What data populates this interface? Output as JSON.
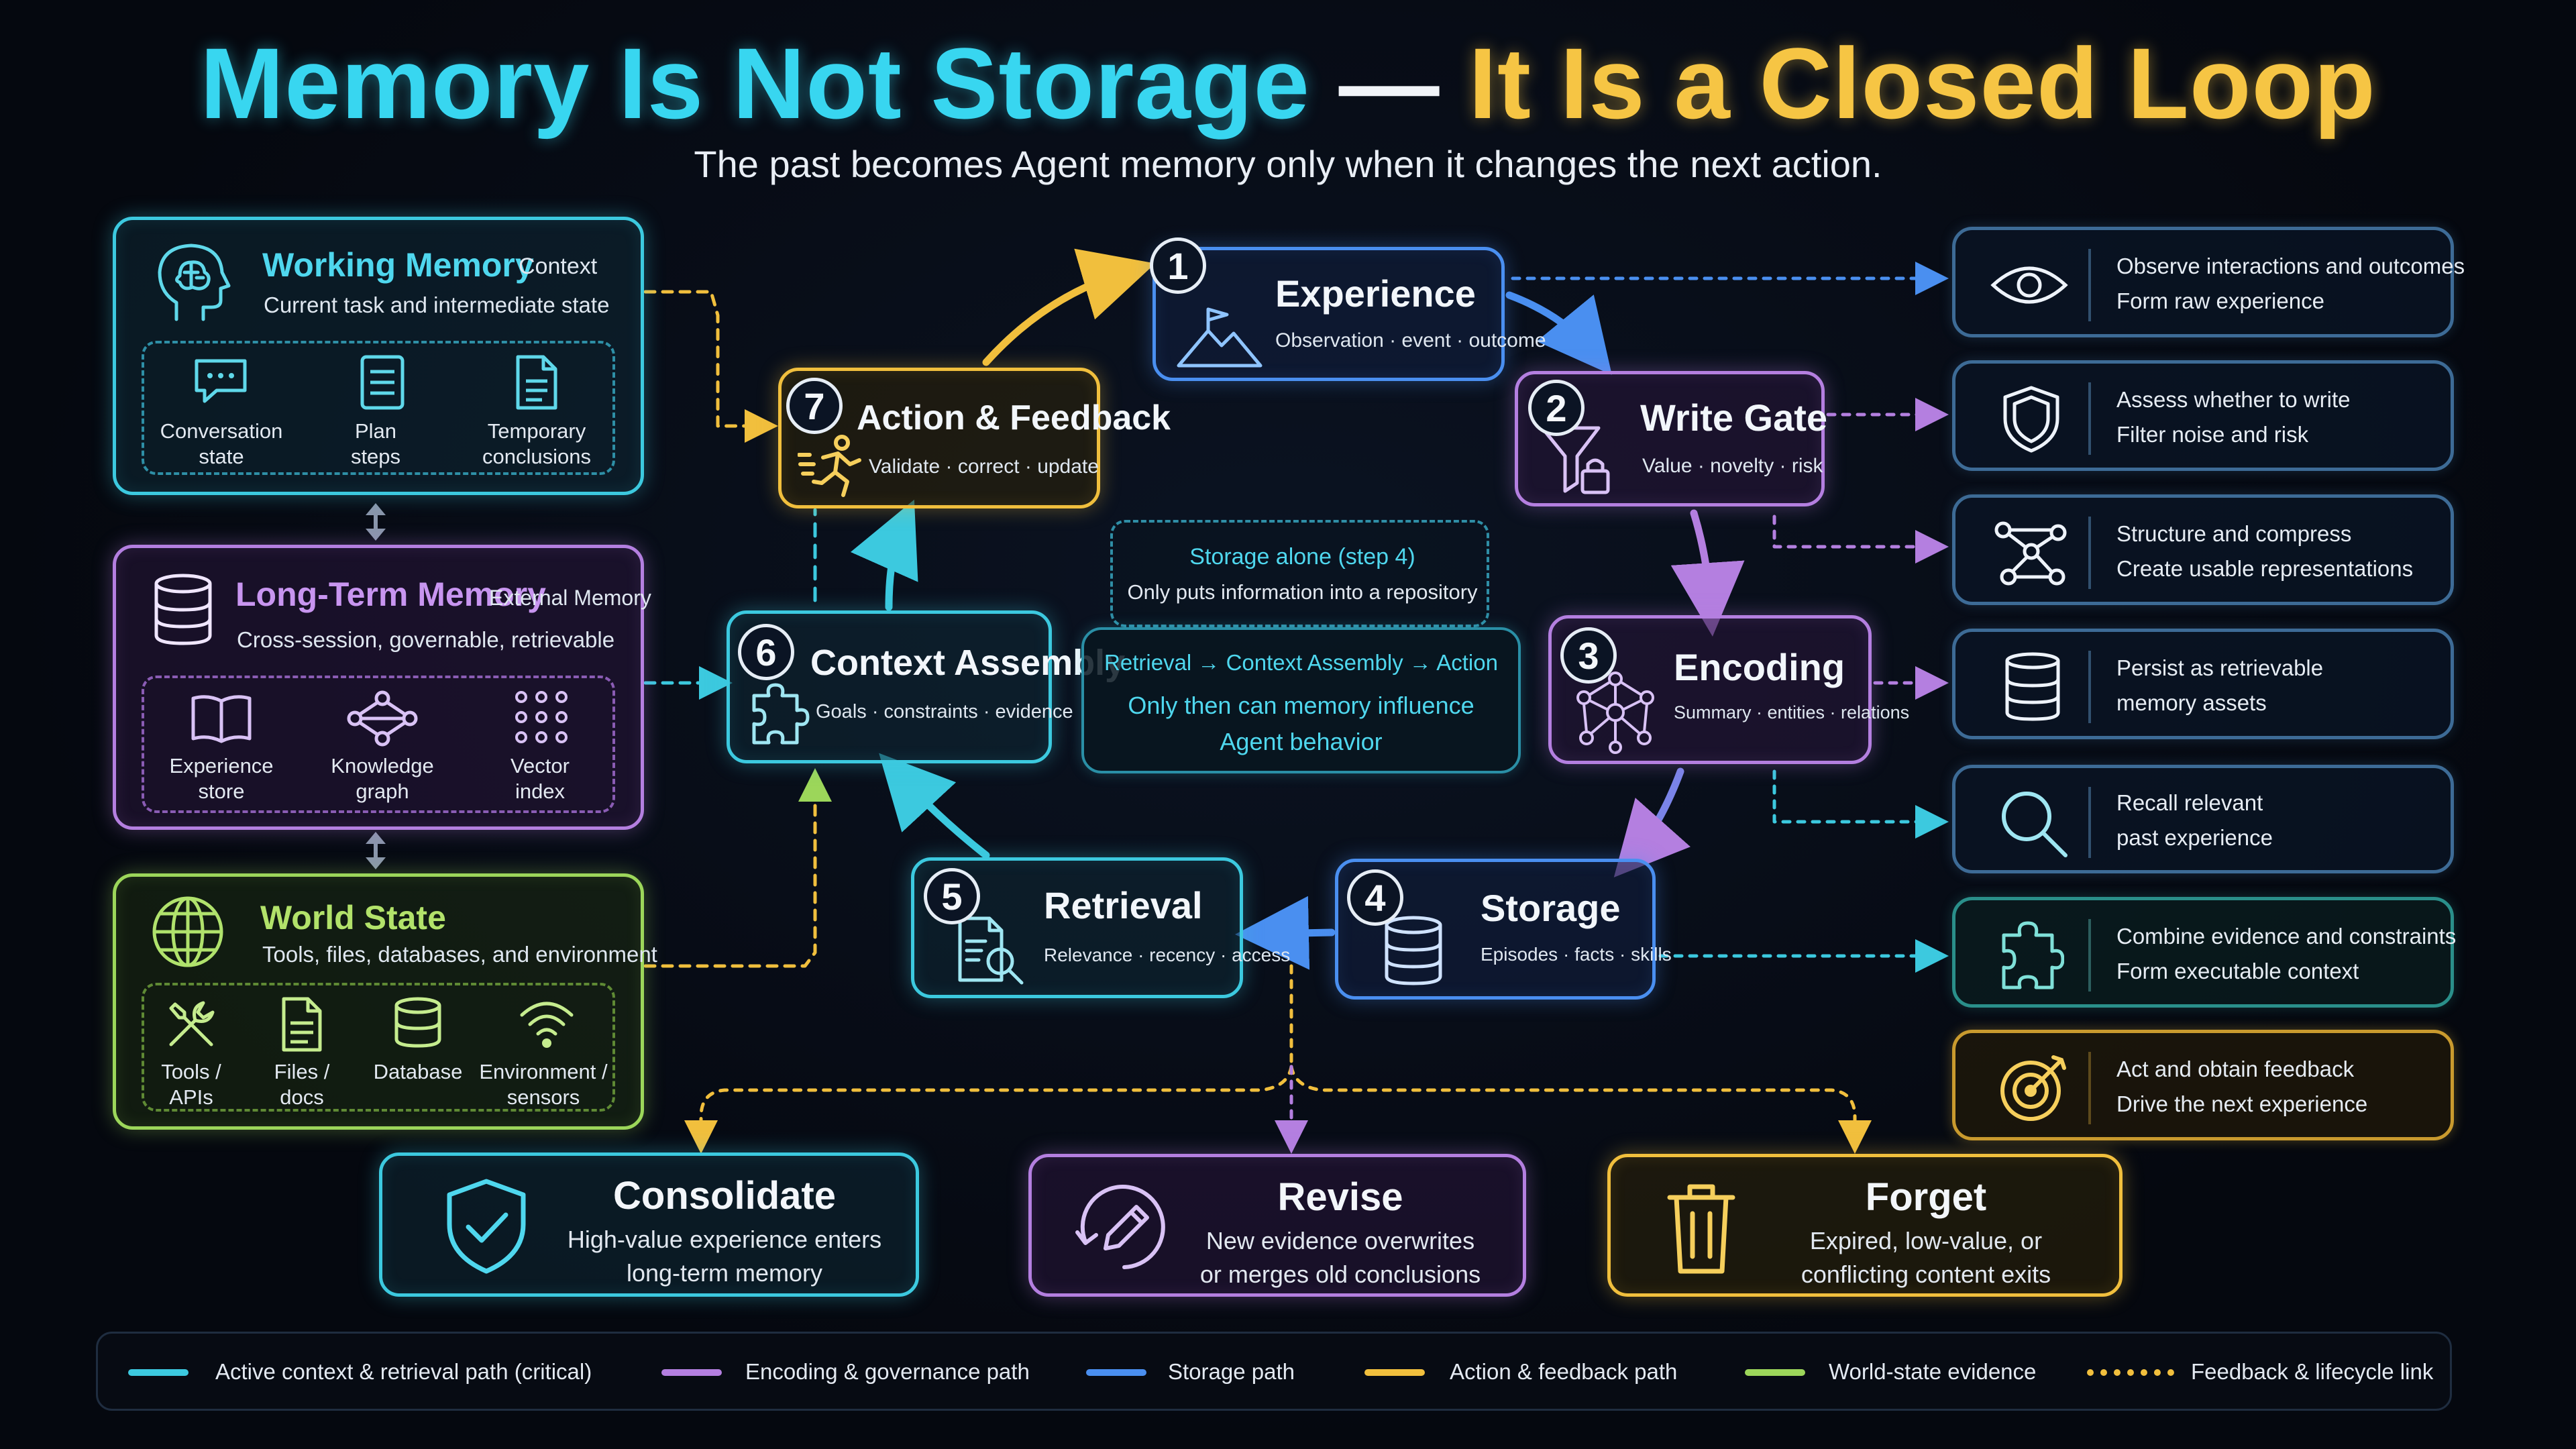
{
  "title": {
    "part1": "Memory Is Not Storage",
    "dash": "—",
    "part2": "It Is a Closed Loop"
  },
  "subtitle": "The past becomes Agent memory only when it changes the next action.",
  "colors": {
    "cyan": "#3cc9df",
    "purple": "#b47fe0",
    "blue": "#4a8ff0",
    "gold": "#f1bf3d",
    "green": "#9cd65a",
    "background": "#05080f"
  },
  "working_memory": {
    "title": "Working Memory",
    "tag": "Context",
    "subtitle": "Current task and intermediate state",
    "icon": "brain-head-icon",
    "items": [
      {
        "label1": "Conversation",
        "label2": "state",
        "icon": "chat-bubble-icon"
      },
      {
        "label1": "Plan",
        "label2": "steps",
        "icon": "checklist-icon"
      },
      {
        "label1": "Temporary",
        "label2": "conclusions",
        "icon": "document-icon"
      }
    ]
  },
  "long_term_memory": {
    "title": "Long-Term Memory",
    "tag": "External Memory",
    "subtitle": "Cross-session, governable, retrievable",
    "icon": "database-icon",
    "items": [
      {
        "label1": "Experience",
        "label2": "store",
        "icon": "open-book-icon"
      },
      {
        "label1": "Knowledge",
        "label2": "graph",
        "icon": "graph-nodes-icon"
      },
      {
        "label1": "Vector",
        "label2": "index",
        "icon": "dot-grid-icon"
      }
    ]
  },
  "world_state": {
    "title": "World State",
    "subtitle": "Tools, files, databases, and environment",
    "icon": "globe-icon",
    "items": [
      {
        "label1": "Tools /",
        "label2": "APIs",
        "icon": "tools-icon"
      },
      {
        "label1": "Files /",
        "label2": "docs",
        "icon": "file-icon"
      },
      {
        "label1": "Database",
        "label2": "",
        "icon": "database-icon"
      },
      {
        "label1": "Environment /",
        "label2": "sensors",
        "icon": "wifi-sensor-icon"
      }
    ]
  },
  "steps": [
    {
      "num": "1",
      "title": "Experience",
      "sub": "Observation · event · outcome",
      "icon": "mountain-flag-icon"
    },
    {
      "num": "2",
      "title": "Write Gate",
      "sub": "Value · novelty · risk",
      "icon": "funnel-lock-icon"
    },
    {
      "num": "3",
      "title": "Encoding",
      "sub": "Summary · entities · relations",
      "icon": "network-icon"
    },
    {
      "num": "4",
      "title": "Storage",
      "sub": "Episodes · facts · skills",
      "icon": "database-icon"
    },
    {
      "num": "5",
      "title": "Retrieval",
      "sub": "Relevance · recency · access",
      "icon": "document-search-icon"
    },
    {
      "num": "6",
      "title": "Context Assembly",
      "sub": "Goals · constraints · evidence",
      "icon": "puzzle-icon"
    },
    {
      "num": "7",
      "title": "Action & Feedback",
      "sub": "Validate · correct · update",
      "icon": "running-person-icon"
    }
  ],
  "center_note": {
    "top1": "Storage alone (step 4)",
    "top2": "Only puts information into a repository",
    "bottom1": "Retrieval → Context Assembly → Action",
    "bottom2": "Only then can memory influence",
    "bottom3": "Agent behavior"
  },
  "right_items": [
    {
      "line1": "Observe interactions and outcomes",
      "line2": "Form raw experience",
      "icon": "eye-icon"
    },
    {
      "line1": "Assess whether to write",
      "line2": "Filter noise and risk",
      "icon": "shield-icon"
    },
    {
      "line1": "Structure and compress",
      "line2": "Create usable representations",
      "icon": "nodes-icon"
    },
    {
      "line1": "Persist as retrievable",
      "line2": "memory assets",
      "icon": "database-icon"
    },
    {
      "line1": "Recall relevant",
      "line2": "past experience",
      "icon": "search-icon"
    },
    {
      "line1": "Combine evidence and constraints",
      "line2": "Form executable context",
      "icon": "puzzle-icon"
    },
    {
      "line1": "Act and obtain feedback",
      "line2": "Drive the next experience",
      "icon": "target-icon"
    }
  ],
  "lifecycle": [
    {
      "title": "Consolidate",
      "line1": "High-value experience enters",
      "line2": "long-term memory",
      "icon": "shield-check-icon"
    },
    {
      "title": "Revise",
      "line1": "New evidence overwrites",
      "line2": "or merges old conclusions",
      "icon": "pencil-refresh-icon"
    },
    {
      "title": "Forget",
      "line1": "Expired, low-value, or",
      "line2": "conflicting content exits",
      "icon": "trash-icon"
    }
  ],
  "legend": [
    {
      "label": "Active context & retrieval path (critical)",
      "color": "#3cc9df",
      "style": "solid"
    },
    {
      "label": "Encoding & governance path",
      "color": "#b47fe0",
      "style": "solid"
    },
    {
      "label": "Storage path",
      "color": "#4a8ff0",
      "style": "solid"
    },
    {
      "label": "Action & feedback path",
      "color": "#f1bf3d",
      "style": "solid"
    },
    {
      "label": "World-state evidence",
      "color": "#9cd65a",
      "style": "solid"
    },
    {
      "label": "Feedback & lifecycle link",
      "color": "#f1bf3d",
      "style": "dotted"
    }
  ]
}
